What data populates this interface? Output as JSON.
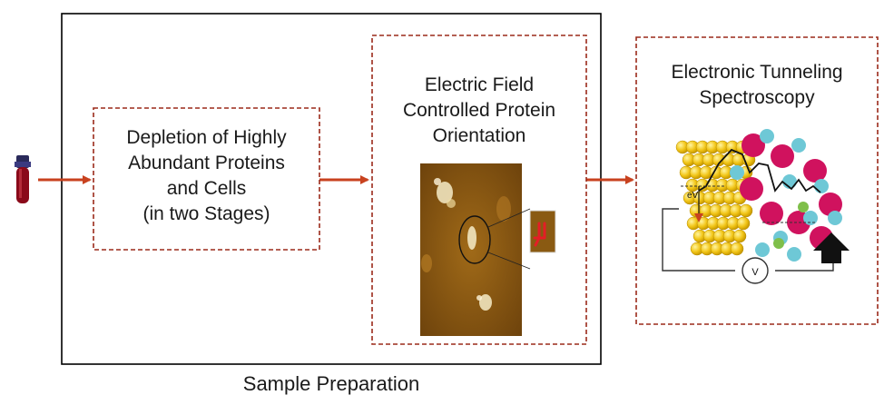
{
  "diagram": {
    "caption": "Sample Preparation",
    "step1": {
      "text": "Depletion of Highly\nAbundant Proteins\nand Cells\n(in two Stages)"
    },
    "step2": {
      "text": "Electric Field\nControlled Protein\nOrientation"
    },
    "step3": {
      "text": "Electronic Tunneling\nSpectroscopy",
      "ev_label": "eV",
      "voltmeter_label": "V"
    },
    "colors": {
      "frame": "#000000",
      "dashed_border": "#9b2a1a",
      "arrow": "#c8421f",
      "afm_bg": "#8a5a12",
      "gold": "#f2c618",
      "magenta": "#d0125e",
      "cyan": "#6ec8d6",
      "green": "#7fbf4a"
    }
  }
}
